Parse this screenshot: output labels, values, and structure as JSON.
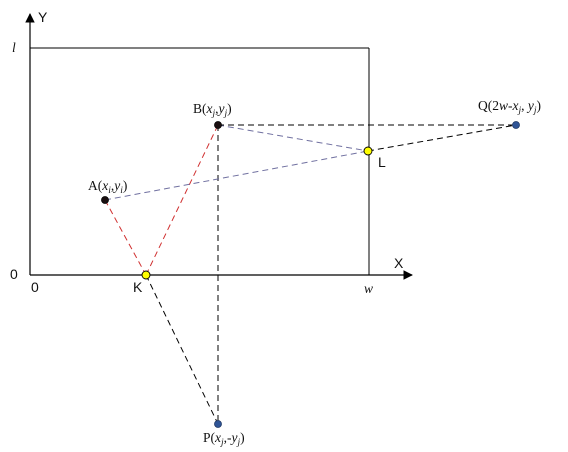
{
  "axes": {
    "x_label": "X",
    "y_label": "Y",
    "origin_x_label": "0",
    "origin_y_label": "0",
    "x_max_label": "w",
    "y_max_label": "l"
  },
  "points": {
    "A": {
      "name": "A",
      "coord": "x_i,y_i",
      "color": "#1a0f10"
    },
    "B": {
      "name": "B",
      "coord": "x_j,y_j",
      "color": "#1a0f10"
    },
    "P": {
      "name": "P",
      "coord": "x_j,-y_j",
      "color": "#2f5496"
    },
    "Q": {
      "name": "Q",
      "coord": "2w-x_j, y_j",
      "color": "#2f5496"
    },
    "K": {
      "name": "K",
      "color": "#ffff00"
    },
    "L": {
      "name": "L",
      "color": "#ffff00"
    }
  },
  "colors": {
    "red_path": "#d03030",
    "blue_path": "#7070a0",
    "black_dash": "#000000",
    "frame": "#000000"
  }
}
